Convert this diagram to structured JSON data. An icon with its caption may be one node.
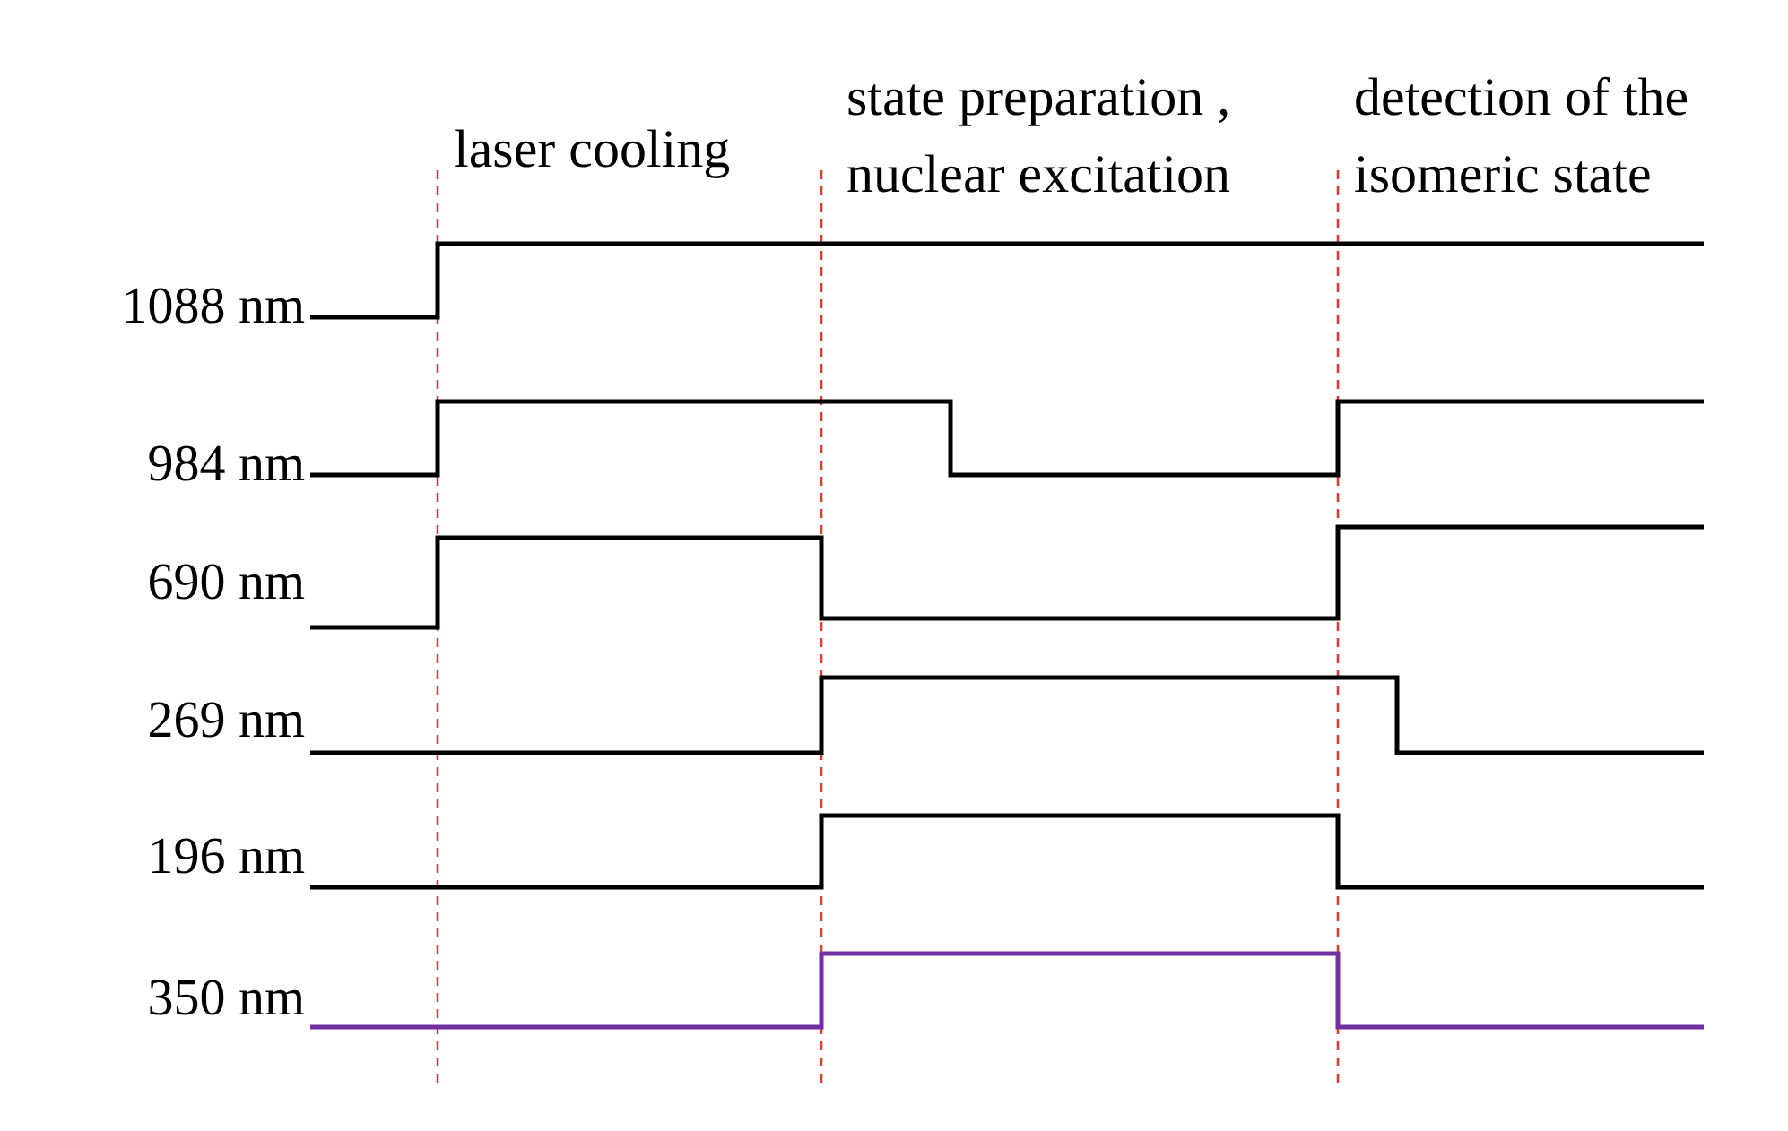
{
  "diagram": {
    "labels": [
      "laser cooling",
      "state preparation , nuclear excitation",
      "detection of the isomeric state",
      "1088 nm",
      "984 nm",
      "690 nm",
      "269 nm",
      "196 nm",
      "350 nm"
    ]
  }
}
